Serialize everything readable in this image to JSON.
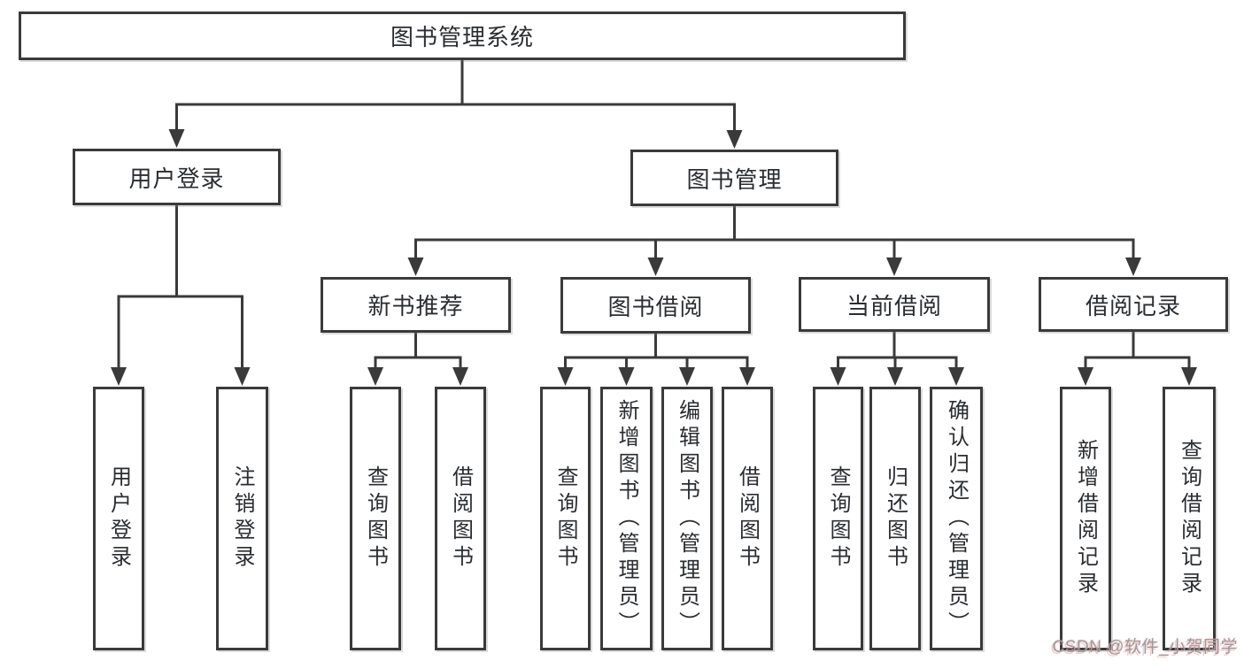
{
  "diagram": {
    "title": "图书管理系统",
    "nodes": [
      {
        "id": "root",
        "label": "图书管理系统"
      },
      {
        "id": "user-login",
        "label": "用户登录"
      },
      {
        "id": "book-mgmt",
        "label": "图书管理"
      },
      {
        "id": "new-book-rec",
        "label": "新书推荐"
      },
      {
        "id": "book-borrow",
        "label": "图书借阅"
      },
      {
        "id": "current-borrow",
        "label": "当前借阅"
      },
      {
        "id": "borrow-records",
        "label": "借阅记录"
      },
      {
        "id": "leaf-user-login",
        "label": "用户登录"
      },
      {
        "id": "leaf-logout",
        "label": "注销登录"
      },
      {
        "id": "leaf-query-book-1",
        "label": "查询图书"
      },
      {
        "id": "leaf-borrow-book-1",
        "label": "借阅图书"
      },
      {
        "id": "leaf-query-book-2",
        "label": "查询图书"
      },
      {
        "id": "leaf-add-book",
        "label": "新增图书（管理员）"
      },
      {
        "id": "leaf-edit-book",
        "label": "编辑图书（管理员）"
      },
      {
        "id": "leaf-borrow-book-2",
        "label": "借阅图书"
      },
      {
        "id": "leaf-query-book-3",
        "label": "查询图书"
      },
      {
        "id": "leaf-return-book",
        "label": "归还图书"
      },
      {
        "id": "leaf-confirm-return",
        "label": "确认归还（管理员）"
      },
      {
        "id": "leaf-add-record",
        "label": "新增借阅记录"
      },
      {
        "id": "leaf-query-record",
        "label": "查询借阅记录"
      }
    ],
    "edges": [
      {
        "from": "root",
        "to": [
          "user-login",
          "book-mgmt"
        ]
      },
      {
        "from": "book-mgmt",
        "to": [
          "new-book-rec",
          "book-borrow",
          "current-borrow",
          "borrow-records"
        ]
      },
      {
        "from": "user-login",
        "to": [
          "leaf-user-login",
          "leaf-logout"
        ]
      },
      {
        "from": "new-book-rec",
        "to": [
          "leaf-query-book-1",
          "leaf-borrow-book-1"
        ]
      },
      {
        "from": "book-borrow",
        "to": [
          "leaf-query-book-2",
          "leaf-add-book",
          "leaf-edit-book",
          "leaf-borrow-book-2"
        ]
      },
      {
        "from": "current-borrow",
        "to": [
          "leaf-query-book-3",
          "leaf-return-book",
          "leaf-confirm-return"
        ]
      },
      {
        "from": "borrow-records",
        "to": [
          "leaf-add-record",
          "leaf-query-record"
        ]
      }
    ],
    "line_color": "#3a3a3a",
    "text_color": "#2a2d31"
  },
  "watermark": {
    "text": "CSDN @软件_小贺同学"
  }
}
